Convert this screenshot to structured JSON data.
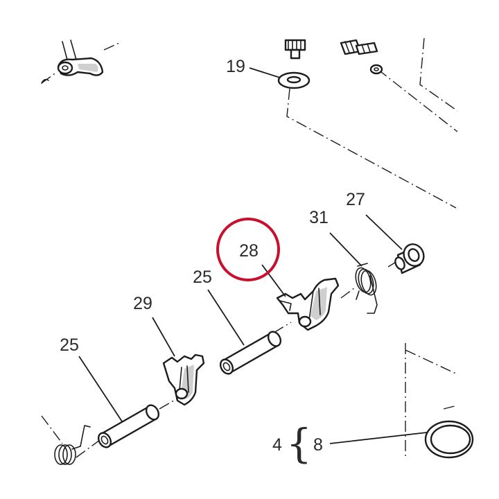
{
  "diagram": {
    "labels": {
      "p19": "19",
      "p27": "27",
      "p31": "31",
      "p28": "28",
      "p25a": "25",
      "p29": "29",
      "p25b": "25",
      "p4": "4",
      "p8": "8"
    },
    "highlight_color": "#c8102e",
    "line_color": "#1c1c1c"
  }
}
